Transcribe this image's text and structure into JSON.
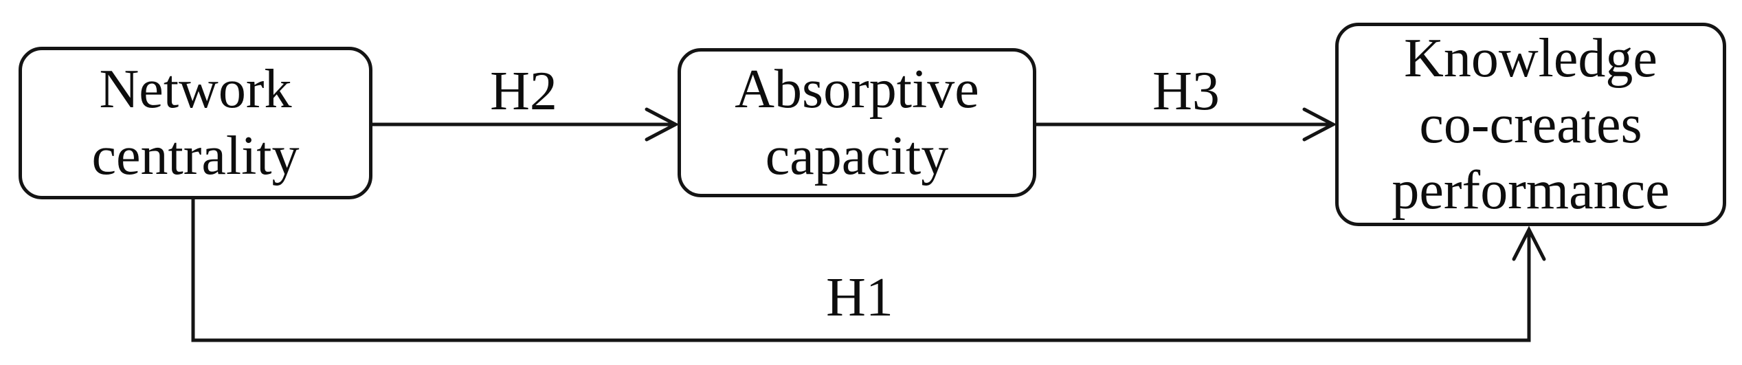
{
  "diagram": {
    "type": "path-model",
    "background_color": "#ffffff",
    "stroke_color": "#141414",
    "text_color": "#0d0d0d",
    "nodes": [
      {
        "id": "network-centrality",
        "lines": [
          "Network",
          "centrality"
        ]
      },
      {
        "id": "absorptive-capacity",
        "lines": [
          "Absorptive",
          "capacity"
        ]
      },
      {
        "id": "knowledge-co-creates-performance",
        "lines": [
          "Knowledge",
          "co-creates",
          "performance"
        ]
      }
    ],
    "edges": [
      {
        "id": "H1",
        "label": "H1",
        "from": "network-centrality",
        "to": "knowledge-co-creates-performance",
        "route": "bottom"
      },
      {
        "id": "H2",
        "label": "H2",
        "from": "network-centrality",
        "to": "absorptive-capacity",
        "route": "direct"
      },
      {
        "id": "H3",
        "label": "H3",
        "from": "absorptive-capacity",
        "to": "knowledge-co-creates-performance",
        "route": "direct"
      }
    ]
  }
}
